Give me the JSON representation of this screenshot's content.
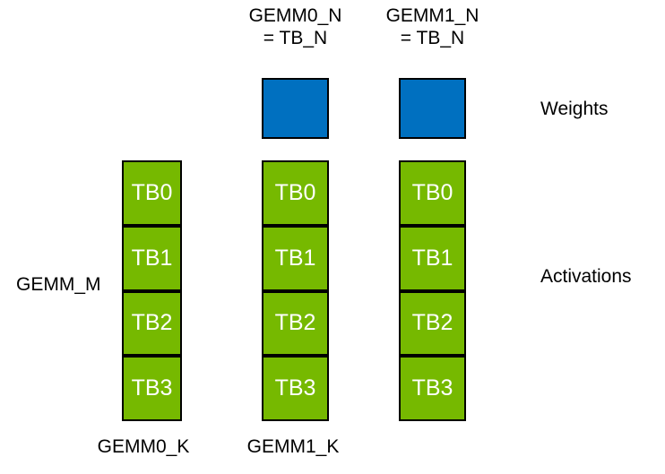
{
  "colors": {
    "background": "#FFFFFF",
    "weights_fill": "#0070C0",
    "activations_fill": "#76B900",
    "outline": "#000000",
    "block_text": "#FFFFFF",
    "label_text": "#000000"
  },
  "top_labels": [
    {
      "line1": "GEMM0_N",
      "line2": "= TB_N"
    },
    {
      "line1": "GEMM1_N",
      "line2": "= TB_N"
    }
  ],
  "side_labels": {
    "weights": "Weights",
    "activations": "Activations"
  },
  "axis_labels": {
    "gemm_m": "GEMM_M",
    "gemm0_k": "GEMM0_K",
    "gemm1_k": "GEMM1_K"
  },
  "activation_columns": [
    {
      "blocks": [
        "TB0",
        "TB1",
        "TB2",
        "TB3"
      ]
    },
    {
      "blocks": [
        "TB0",
        "TB1",
        "TB2",
        "TB3"
      ]
    },
    {
      "blocks": [
        "TB0",
        "TB1",
        "TB2",
        "TB3"
      ]
    }
  ]
}
